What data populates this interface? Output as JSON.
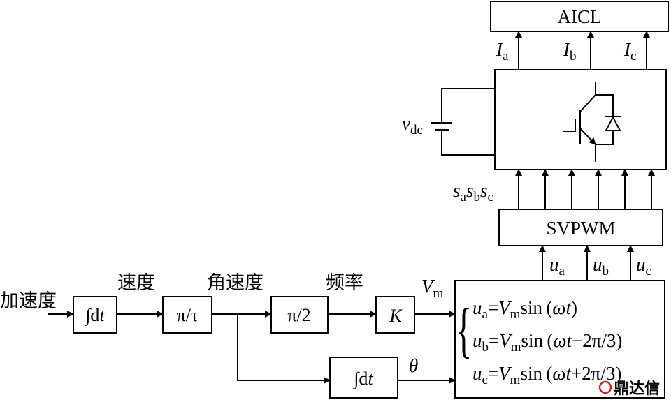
{
  "labels": {
    "accel": "加速度",
    "speed": "速度",
    "angular_speed": "角速度",
    "frequency": "频率",
    "vm_main": "V",
    "vm_sub": "m",
    "theta": "θ",
    "vdc_main": "v",
    "vdc_sub": "dc",
    "sa_main": "s",
    "sa_sub": "a",
    "sb_main": "s",
    "sb_sub": "b",
    "sc_main": "s",
    "sc_sub": "c",
    "ua_main": "u",
    "ua_sub": "a",
    "ub_main": "u",
    "ub_sub": "b",
    "uc_main": "u",
    "uc_sub": "c",
    "ia_main": "I",
    "ia_sub": "a",
    "ib_main": "I",
    "ib_sub": "b",
    "ic_main": "I",
    "ic_sub": "c"
  },
  "blocks": {
    "integrator1_prefix": "∫d",
    "integrator1_var": "t",
    "pi_tau": "π/τ",
    "pi_2": "π/2",
    "gain": "K",
    "integrator2_prefix": "∫d",
    "integrator2_var": "t",
    "svpwm": "SVPWM",
    "aicl": "AICL"
  },
  "equations": {
    "brace": "{",
    "ua": {
      "u": "u",
      "u_sub": "a",
      "eq": "=",
      "v": "V",
      "v_sub": "m",
      "rest_a": "sin (",
      "omega": "ω",
      "t": "t",
      "rest_b": ")"
    },
    "ub": {
      "u": "u",
      "u_sub": "b",
      "eq": "=",
      "v": "V",
      "v_sub": "m",
      "rest_a": "sin (",
      "omega": "ω",
      "t": "t",
      "rest_b": "−2π/3)"
    },
    "uc": {
      "u": "u",
      "u_sub": "c",
      "eq": "=",
      "v": "V",
      "v_sub": "m",
      "rest_a": "sin (",
      "omega": "ω",
      "t": "t",
      "rest_b": "+2π/3)"
    }
  },
  "watermark": {
    "text": "鼎达信",
    "color": "#e02020"
  }
}
